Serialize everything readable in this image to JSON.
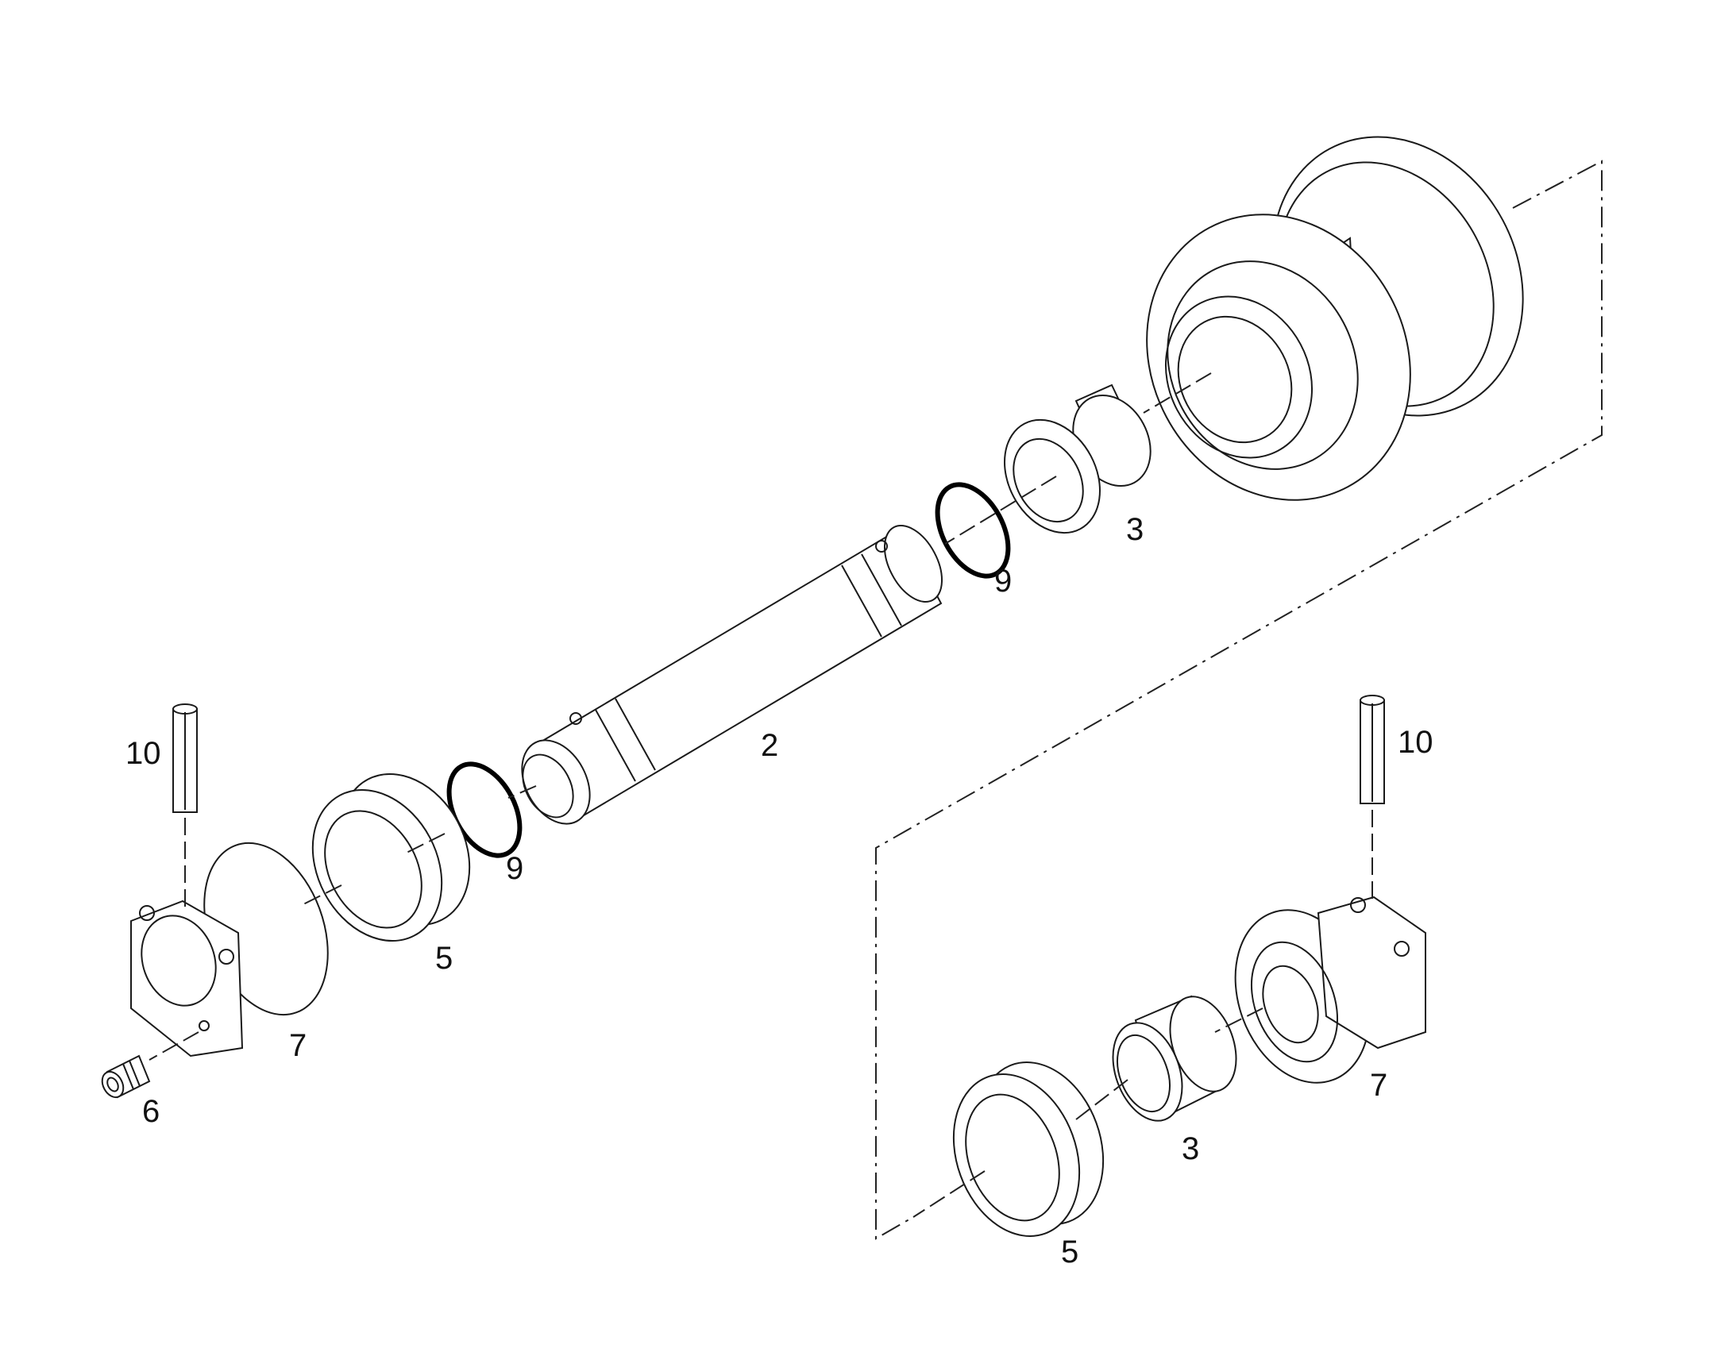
{
  "callouts": [
    {
      "id": "callout-2",
      "text": "2"
    },
    {
      "id": "callout-3a",
      "text": "3"
    },
    {
      "id": "callout-3b",
      "text": "3"
    },
    {
      "id": "callout-5a",
      "text": "5"
    },
    {
      "id": "callout-5b",
      "text": "5"
    },
    {
      "id": "callout-6",
      "text": "6"
    },
    {
      "id": "callout-7a",
      "text": "7"
    },
    {
      "id": "callout-7b",
      "text": "7"
    },
    {
      "id": "callout-9a",
      "text": "9"
    },
    {
      "id": "callout-9b",
      "text": "9"
    },
    {
      "id": "callout-10a",
      "text": "10"
    },
    {
      "id": "callout-10b",
      "text": "10"
    }
  ]
}
